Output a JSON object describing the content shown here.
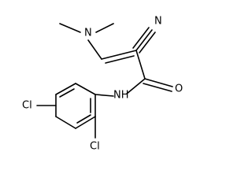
{
  "molecule": {
    "atoms": {
      "nitrile_n": "N",
      "amine_n": "N",
      "carbonyl_o": "O",
      "amide_nh": "NH",
      "chloro_ring_left": "Cl",
      "chloro_ring_bottom": "Cl"
    }
  }
}
